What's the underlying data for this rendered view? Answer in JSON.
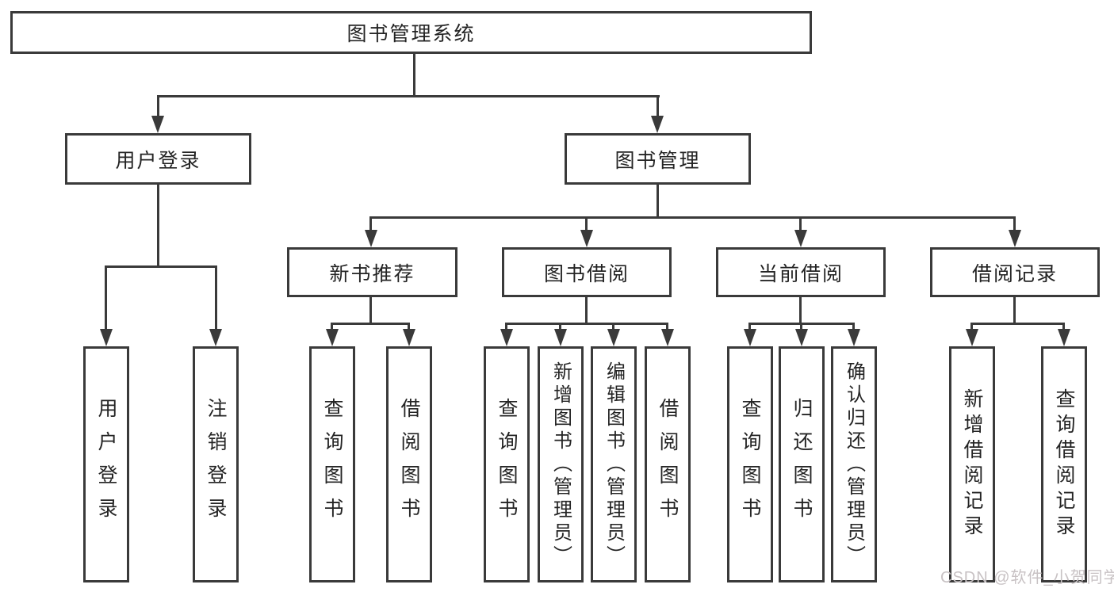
{
  "tree": {
    "root": {
      "label": "图书管理系统"
    },
    "children": [
      {
        "label": "用户登录",
        "children": [
          {
            "label": "用户登录"
          },
          {
            "label": "注销登录"
          }
        ]
      },
      {
        "label": "图书管理",
        "children": [
          {
            "label": "新书推荐",
            "children": [
              {
                "label": "查询图书"
              },
              {
                "label": "借阅图书"
              }
            ]
          },
          {
            "label": "图书借阅",
            "children": [
              {
                "label": "查询图书"
              },
              {
                "label": "新增图书（管理员）"
              },
              {
                "label": "编辑图书（管理员）"
              },
              {
                "label": "借阅图书"
              }
            ]
          },
          {
            "label": "当前借阅",
            "children": [
              {
                "label": "查询图书"
              },
              {
                "label": "归还图书"
              },
              {
                "label": "确认归还（管理员）"
              }
            ]
          },
          {
            "label": "借阅记录",
            "children": [
              {
                "label": "新增借阅记录"
              },
              {
                "label": "查询借阅记录"
              }
            ]
          }
        ]
      }
    ]
  },
  "watermark": "CSDN @软件_小贺同学"
}
